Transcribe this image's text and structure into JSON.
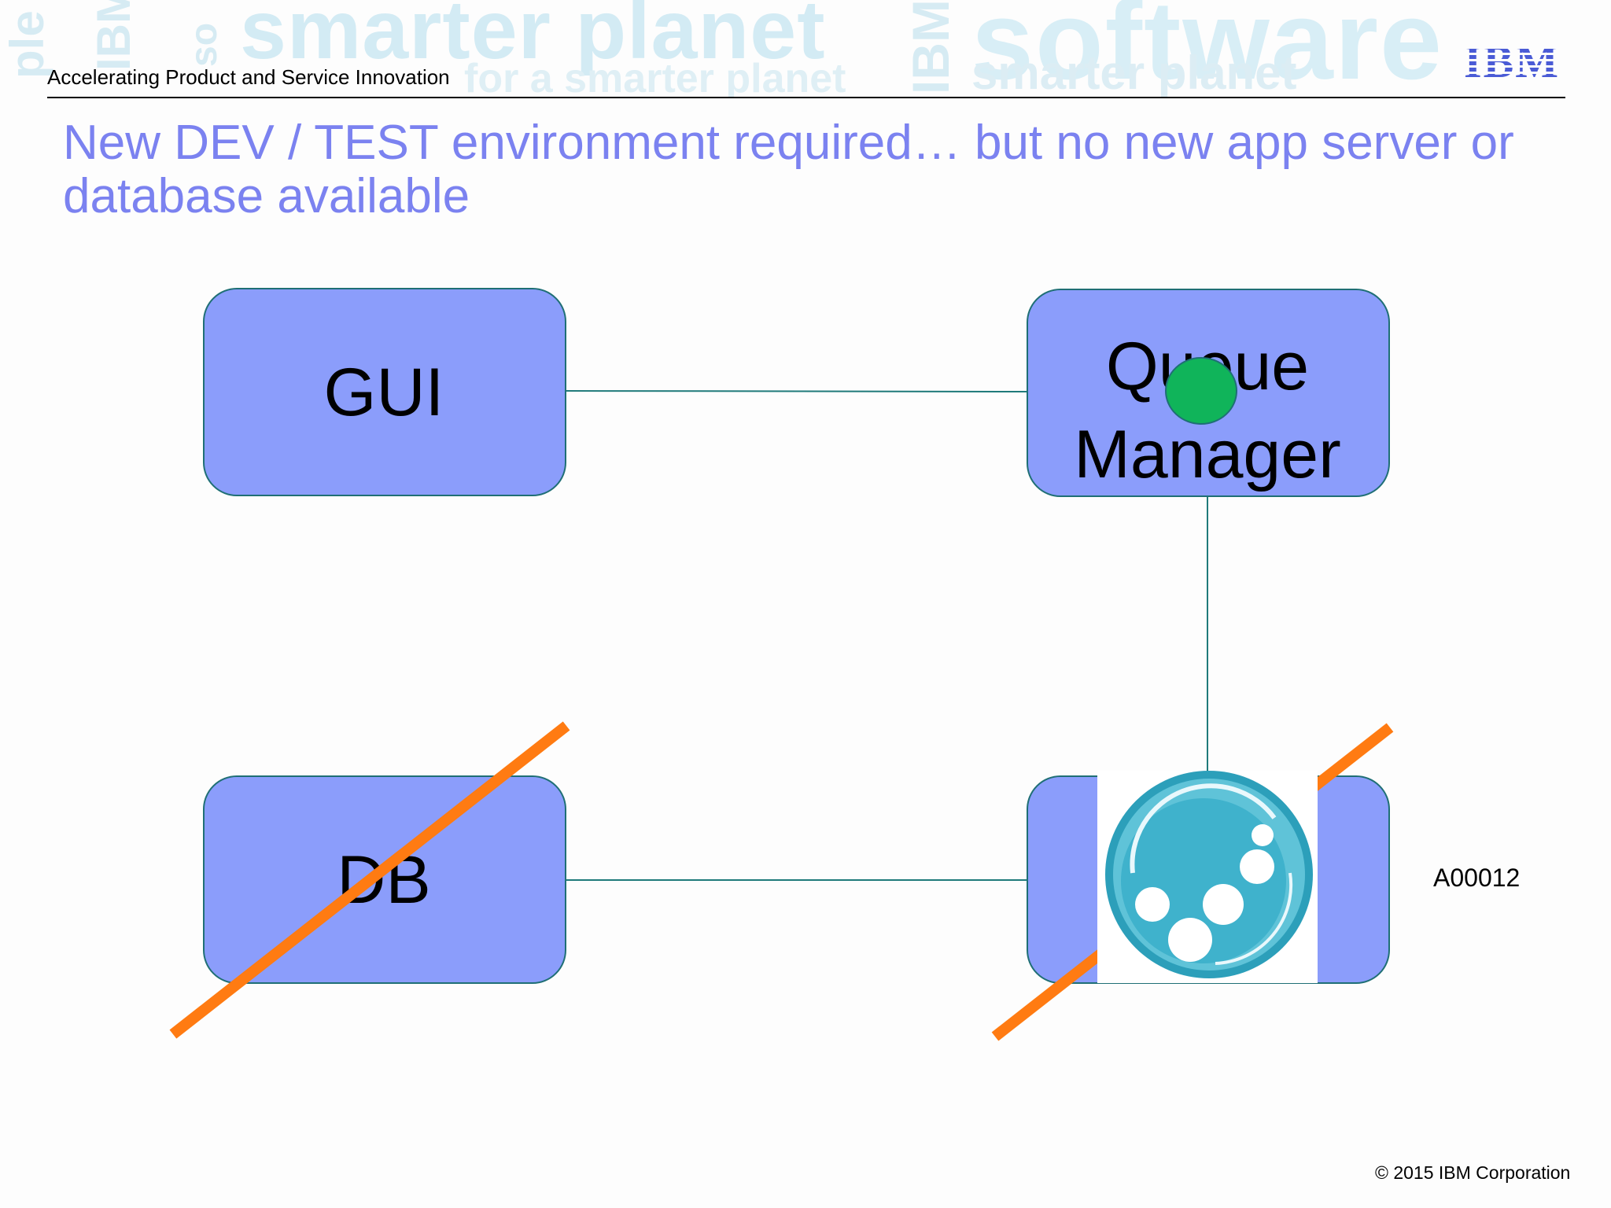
{
  "header": {
    "subtitle": "Accelerating Product and Service Innovation",
    "logo_text": "IBM"
  },
  "watermark": {
    "line1": "smarter planet",
    "line2": "software",
    "line3": "for a smarter planet",
    "line4": "smarter planet",
    "vertical": "IBM"
  },
  "title": "New DEV / TEST environment required… but no new app server or database available",
  "diagram": {
    "nodes": {
      "gui": "GUI",
      "queue_manager": "Queue Manager",
      "db": "DB"
    },
    "ref_code": "A00012",
    "colors": {
      "box_fill": "#8b9dfb",
      "box_stroke": "#1f6f75",
      "connector": "#1f7a7a",
      "strike": "#ff7b12",
      "dot": "#10b45a",
      "icon": "#2fa8c4"
    }
  },
  "footer": {
    "copyright": "© 2015 IBM Corporation"
  }
}
